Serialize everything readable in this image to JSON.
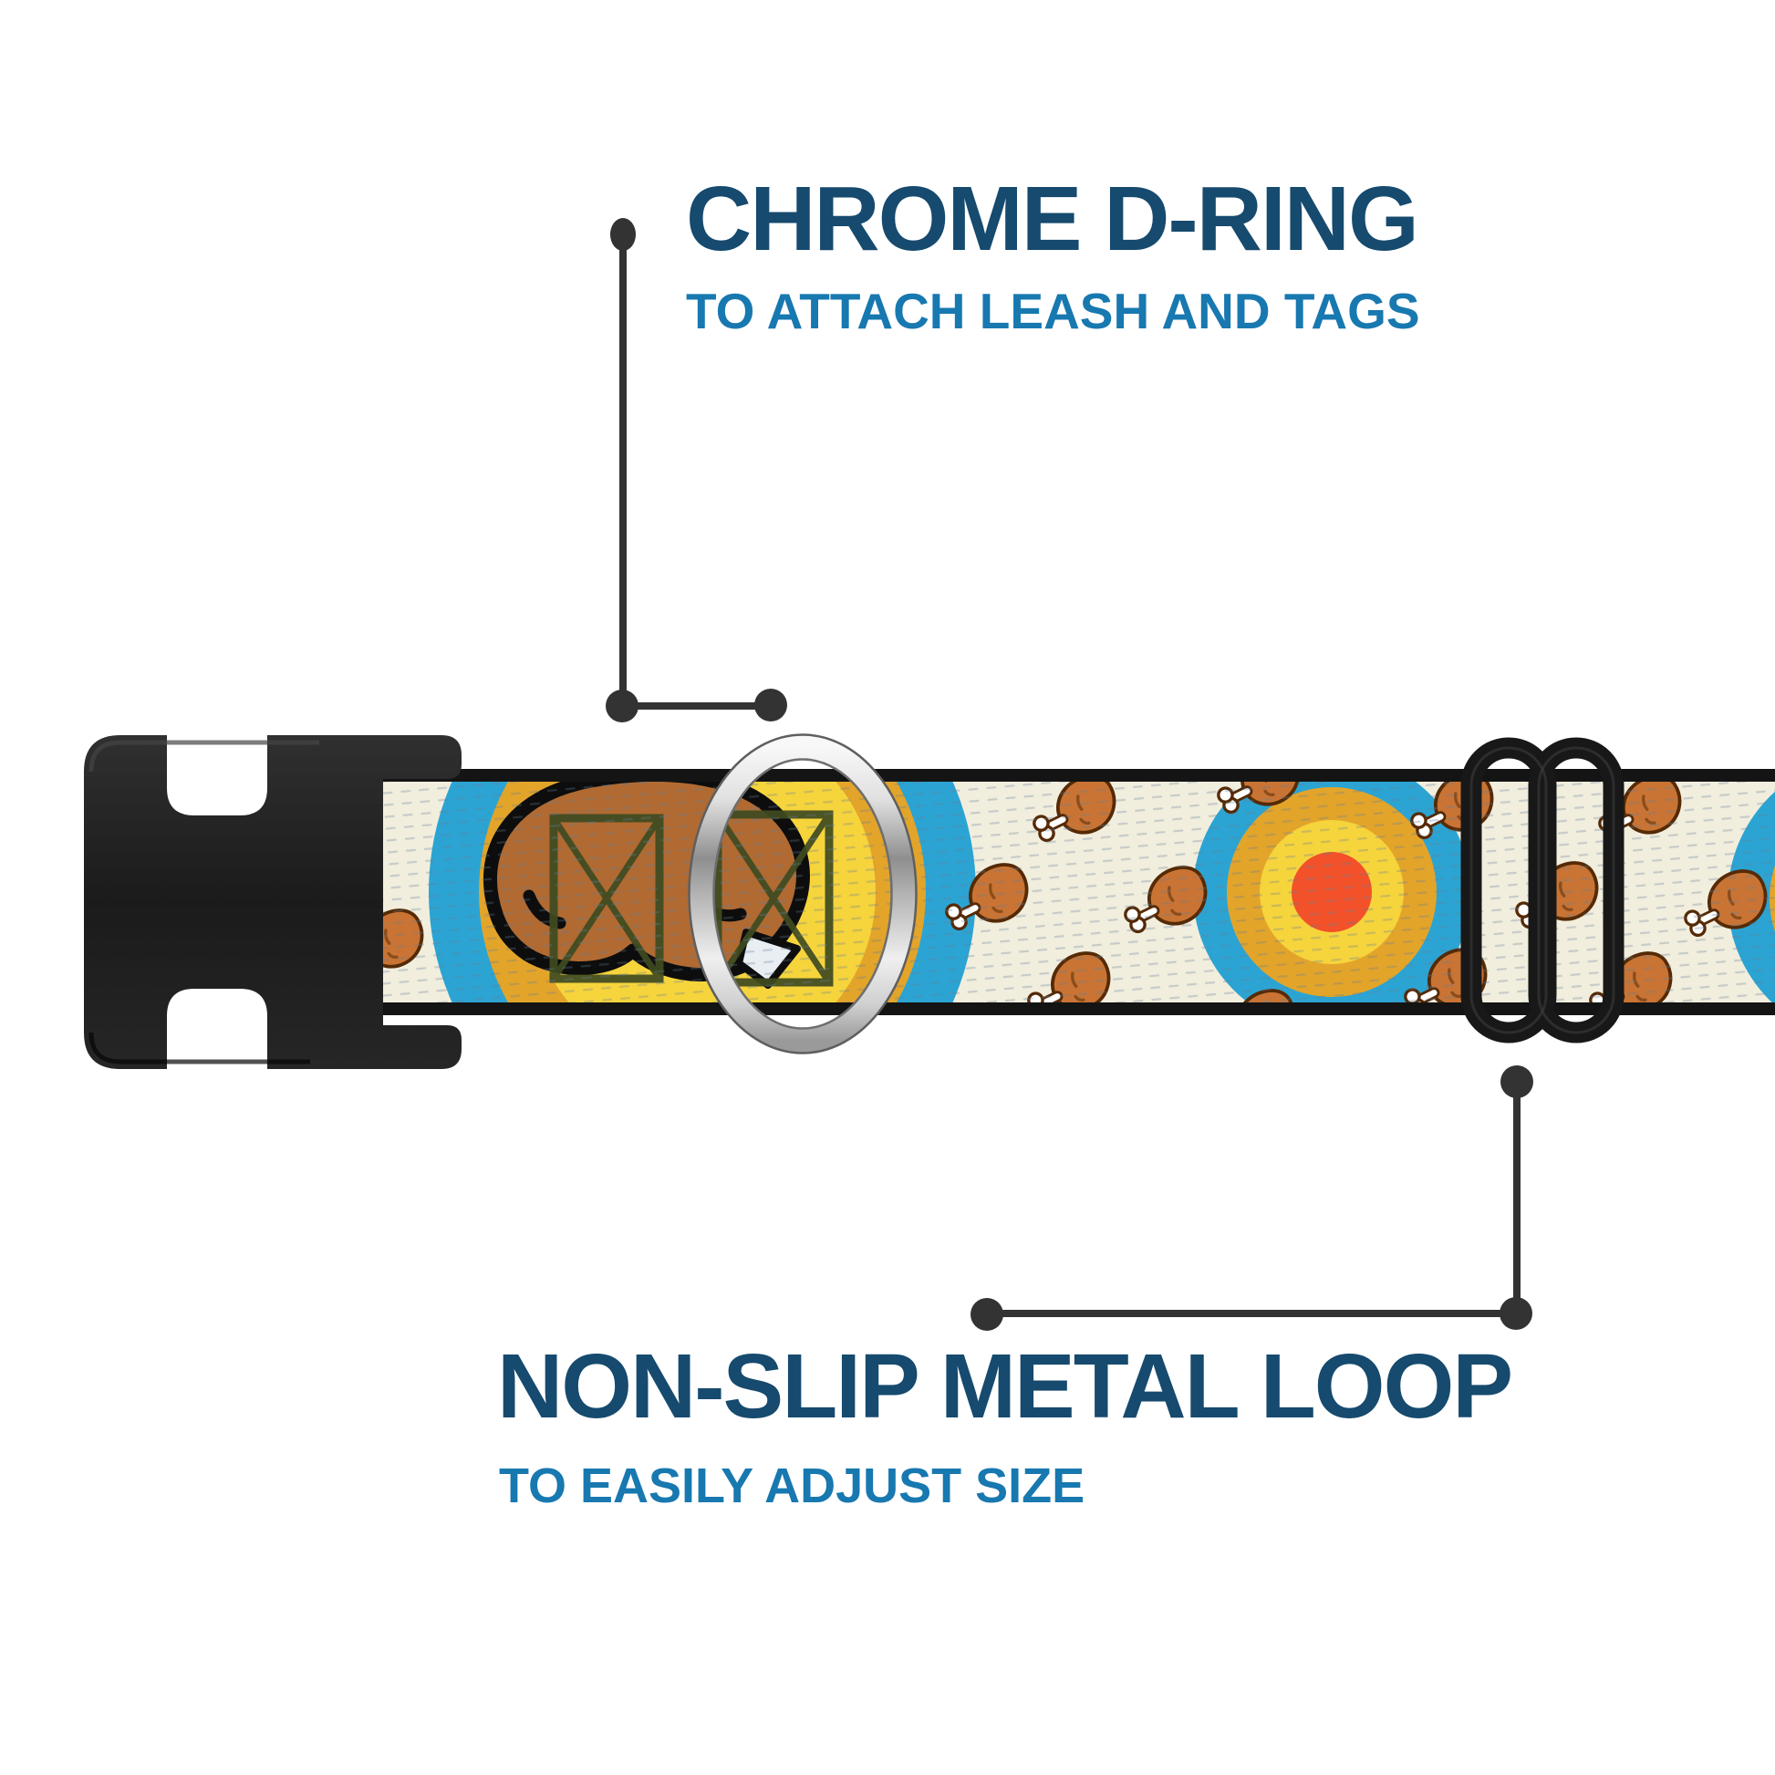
{
  "image": {
    "description": "Dog collar product feature callout diagram",
    "background_color": "#ffffff"
  },
  "callouts": [
    {
      "id": "chrome-d-ring",
      "title": "CHROME D-RING",
      "subtitle": "TO ATTACH LEASH AND TAGS"
    },
    {
      "id": "non-slip-metal-loop",
      "title": "NON-SLIP METAL LOOP",
      "subtitle": "TO EASILY ADJUST SIZE"
    }
  ],
  "hardware": {
    "buckle": "black side-release buckle",
    "d_ring": "chrome D-ring",
    "slider": "black non-slip metal tri-glide loop"
  },
  "pattern": {
    "motifs": [
      "fried chicken drumsticks",
      "target circles",
      "drumstick logo over crossed crates"
    ],
    "colors": {
      "webbing_background": "#f2eede",
      "webbing_edge": "#141414",
      "circle_blue": "#2ba4d3",
      "circle_amber": "#e3a42a",
      "circle_yellow": "#f6d43c",
      "circle_red": "#f2512a",
      "drumstick_brown": "#c97434",
      "logo_brown": "#b06a32",
      "crate_olive": "#3f4b21"
    }
  },
  "colors": {
    "title_text": "#164a6e",
    "subtitle_text": "#1878b0",
    "leader_line": "#3a3a3a",
    "leader_dot": "#333333",
    "hardware_black": "#1f1f1f",
    "chrome_silver": "#c9c9c9"
  }
}
